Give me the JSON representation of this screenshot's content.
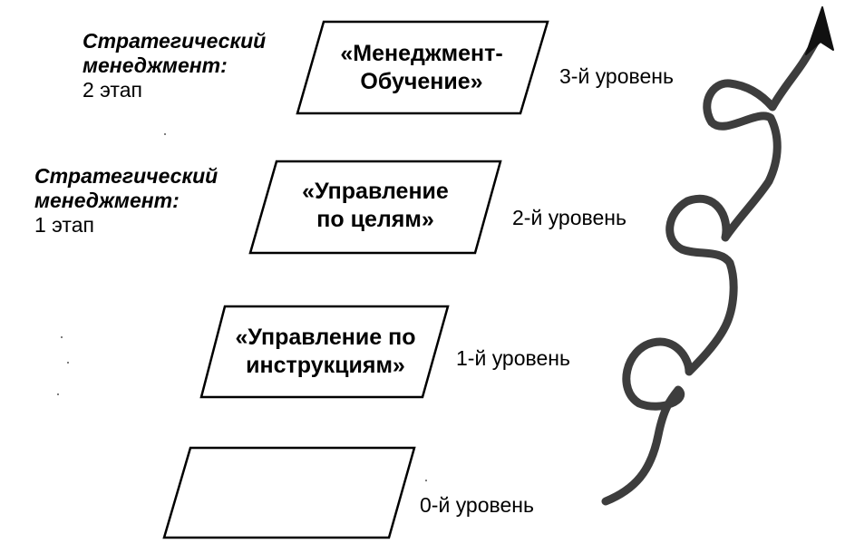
{
  "stage_labels": [
    {
      "title_line1": "Стратегический",
      "title_line2": "менеджмент:",
      "stage": "2 этап"
    },
    {
      "title_line1": "Стратегический",
      "title_line2": "менеджмент:",
      "stage": "1 этап"
    }
  ],
  "boxes": [
    {
      "line1": "«Менеджмент-",
      "line2": "Обучение»"
    },
    {
      "line1": "«Управление",
      "line2": "по целям»"
    },
    {
      "line1": "«Управление по",
      "line2": "инструкциям»"
    },
    {
      "line1": "",
      "line2": ""
    }
  ],
  "levels": [
    "3-й уровень",
    "2-й уровень",
    "1-й уровень",
    "0-й уровень"
  ],
  "colors": {
    "stroke": "#000000",
    "arrow": "#4a4a4a",
    "background": "#ffffff"
  }
}
